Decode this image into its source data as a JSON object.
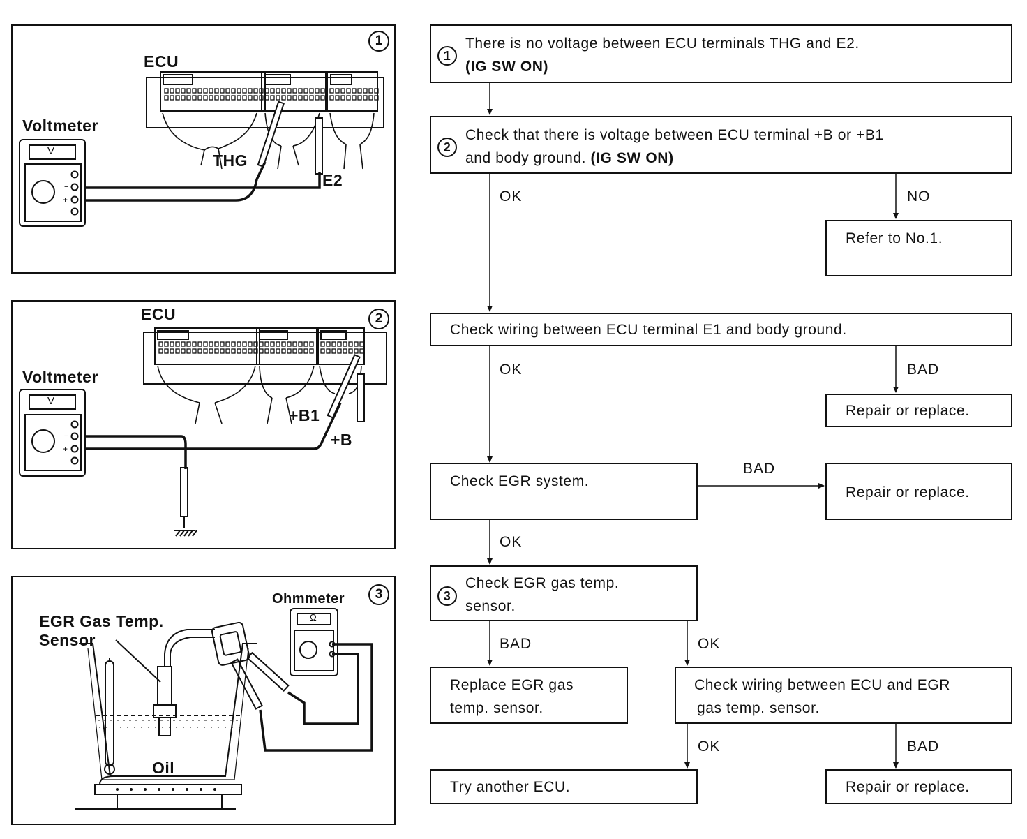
{
  "panels": {
    "p1": {
      "number": "1",
      "ecu": "ECU",
      "meter": "Voltmeter",
      "meter_face": "V",
      "terminal_a": "THG",
      "terminal_b": "E2"
    },
    "p2": {
      "number": "2",
      "ecu": "ECU",
      "meter": "Voltmeter",
      "meter_face": "V",
      "terminal_a": "+B1",
      "terminal_b": "+B"
    },
    "p3": {
      "number": "3",
      "meter": "Ohmmeter",
      "meter_face": "Ω",
      "sensor_line1": "EGR Gas Temp.",
      "sensor_line2": "Sensor",
      "liquid": "Oil"
    }
  },
  "flow": {
    "step1": {
      "num": "1",
      "line1": "There is no voltage between ECU terminals THG and E2.",
      "line2": "(IG SW ON)"
    },
    "step2": {
      "num": "2",
      "line1": "Check that there is voltage between ECU terminal  +B or  +B1",
      "line2_plain": "and body ground. ",
      "line2_bold": "(IG SW ON)"
    },
    "refer": "Refer to No.1.",
    "wiring_e1": "Check wiring between ECU terminal E1 and body ground.",
    "repair1": "Repair or replace.",
    "egr_system": "Check EGR system.",
    "repair2": "Repair or replace.",
    "step3": {
      "num": "3",
      "line1": "Check EGR gas temp.",
      "line2": "sensor."
    },
    "replace_sensor": {
      "line1": "Replace EGR gas",
      "line2": "temp. sensor."
    },
    "wiring_egr": {
      "line1": "Check wiring between ECU and EGR",
      "line2": "gas temp. sensor."
    },
    "try_ecu": "Try another ECU.",
    "repair3": "Repair or replace.",
    "labels": {
      "ok": "OK",
      "no": "NO",
      "bad": "BAD"
    }
  }
}
